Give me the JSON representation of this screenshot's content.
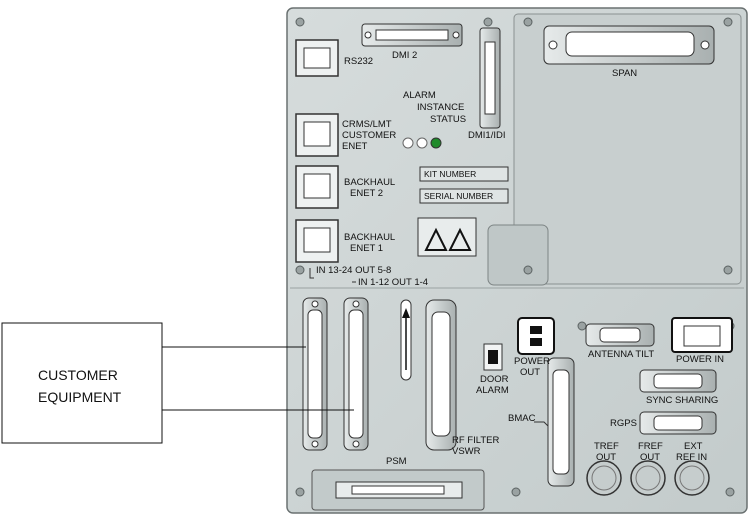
{
  "customer_box": {
    "line1": "CUSTOMER",
    "line2": "EQUIPMENT"
  },
  "labels": {
    "rs232": "RS232",
    "dmi2": "DMI 2",
    "span": "SPAN",
    "alarm": "ALARM",
    "instance": "INSTANCE",
    "status": "STATUS",
    "dmi1": "DMI1/IDI",
    "crms1": "CRMS/LMT",
    "crms2": "CUSTOMER",
    "crms3": "ENET",
    "kit_number": "KIT NUMBER",
    "serial_number": "SERIAL NUMBER",
    "backhaul2_1": "BACKHAUL",
    "backhaul2_2": "ENET 2",
    "backhaul1_1": "BACKHAUL",
    "backhaul1_2": "ENET 1",
    "in13": "IN 13-24 OUT 5-8",
    "in1": "IN 1-12 OUT 1-4",
    "power_out1": "POWER",
    "power_out2": "OUT",
    "antenna_tilt": "ANTENNA TILT",
    "power_in": "POWER IN",
    "door1": "DOOR",
    "door2": "ALARM",
    "sync_sharing": "SYNC SHARING",
    "rgps": "RGPS",
    "bmac": "BMAC",
    "rf1": "RF FILTER",
    "rf2": "VSWR",
    "tref1": "TREF",
    "tref2": "OUT",
    "fref1": "FREF",
    "fref2": "OUT",
    "ext1": "EXT",
    "ext2": "REF IN",
    "psm": "PSM"
  },
  "colors": {
    "panel": "#cdd4d4",
    "panel_edge": "#555c5c",
    "led_green": "#1f8a2a"
  }
}
